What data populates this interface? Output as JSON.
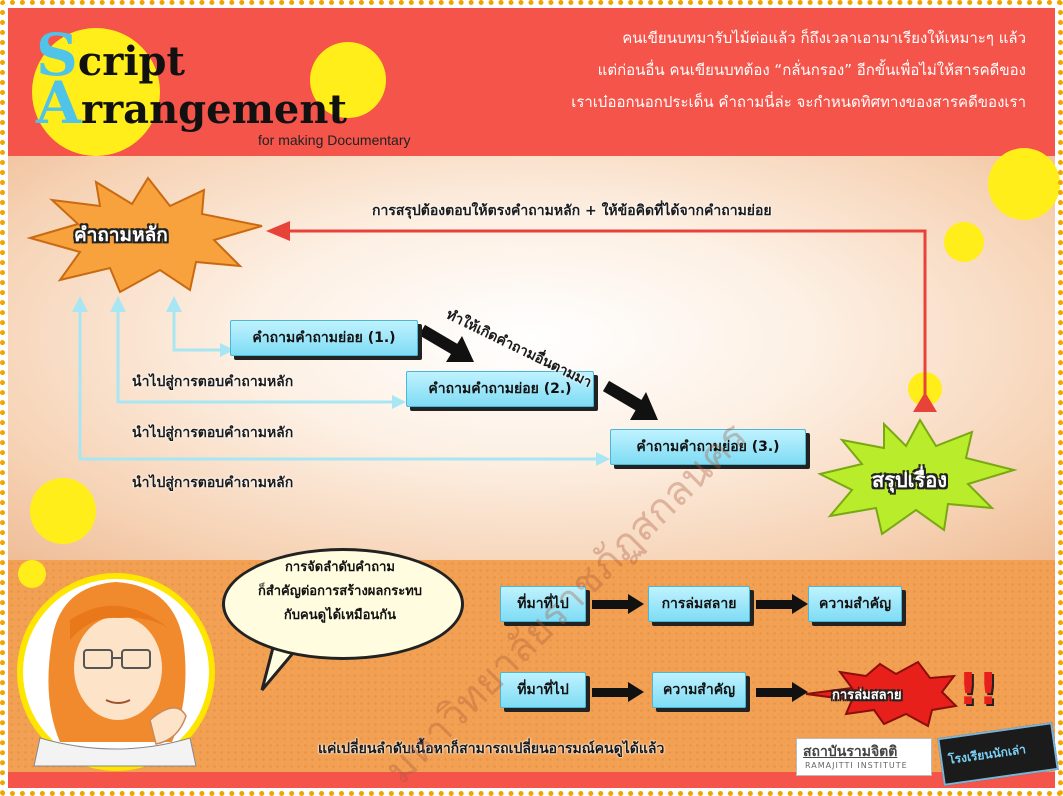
{
  "header": {
    "title_line1_cap": "S",
    "title_line1_rest": "cript",
    "title_line2_cap": "A",
    "title_line2_rest": "rrangement",
    "subtitle": "for making Documentary",
    "intro_lines": [
      "คนเขียนบทมารับไม้ต่อแล้ว ก็ถึงเวลาเอามาเรียงให้เหมาะๆ แล้ว",
      "แต่ก่อนอื่น คนเขียนบทต้อง “กลั่นกรอง” อีกขั้นเพื่อไม่ให้สารคดีของ",
      "เราเบ๋ออกนอกประเด็น คำถามนี่ล่ะ จะกำหนดทิศทางของสารคดีของเรา"
    ]
  },
  "diagram": {
    "main_question": "คำถามหลัก",
    "top_arrow_label": "การสรุปต้องตอบให้ตรงคำถามหลัก + ให้ข้อคิดที่ได้จากคำถามย่อย",
    "sub_questions": [
      "คำถามคำถามย่อย (1.)",
      "คำถามคำถามย่อย (2.)",
      "คำถามคำถามย่อย (3.)"
    ],
    "diagonal_label": "ทำให้เกิดคำถามอื่นตามมา",
    "answer_labels": [
      "นำไปสู่การตอบคำถามหลัก",
      "นำไปสู่การตอบคำถามหลัก",
      "นำไปสู่การตอบคำถามหลัก"
    ],
    "conclusion": "สรุปเรื่อง"
  },
  "bottom": {
    "bubble_lines": [
      "การจัดลำดับคำถาม",
      "ก็สำคัญต่อการสร้างผลกระทบ",
      "กับคนดูได้เหมือนกัน"
    ],
    "row1": [
      "ที่มาที่ไป",
      "การล่มสลาย",
      "ความสำคัญ"
    ],
    "row2": [
      "ที่มาที่ไป",
      "ความสำคัญ",
      "การล่มสลาย"
    ],
    "exclaim": "!!",
    "footer_note": "แค่เปลี่ยนลำดับเนื้อหาก็สามารถเปลี่ยนอารมณ์คนดูได้แล้ว",
    "logo1_thai": "สถาบันรามจิตติ",
    "logo1_en": "RAMAJITTI INSTITUTE",
    "logo2": "โรงเรียนนักเล่า"
  },
  "watermark": "มหาวิทยาลัยราชภัฏสกลนคร",
  "colors": {
    "header_red": "#f4544a",
    "yellow": "#ffee1a",
    "box_blue": "#7fdcf4",
    "arrow_red": "#e8433b",
    "arrow_blue": "#a8e6f4",
    "bottom_orange": "#f2a154",
    "frame_dots": "#f0a400"
  }
}
